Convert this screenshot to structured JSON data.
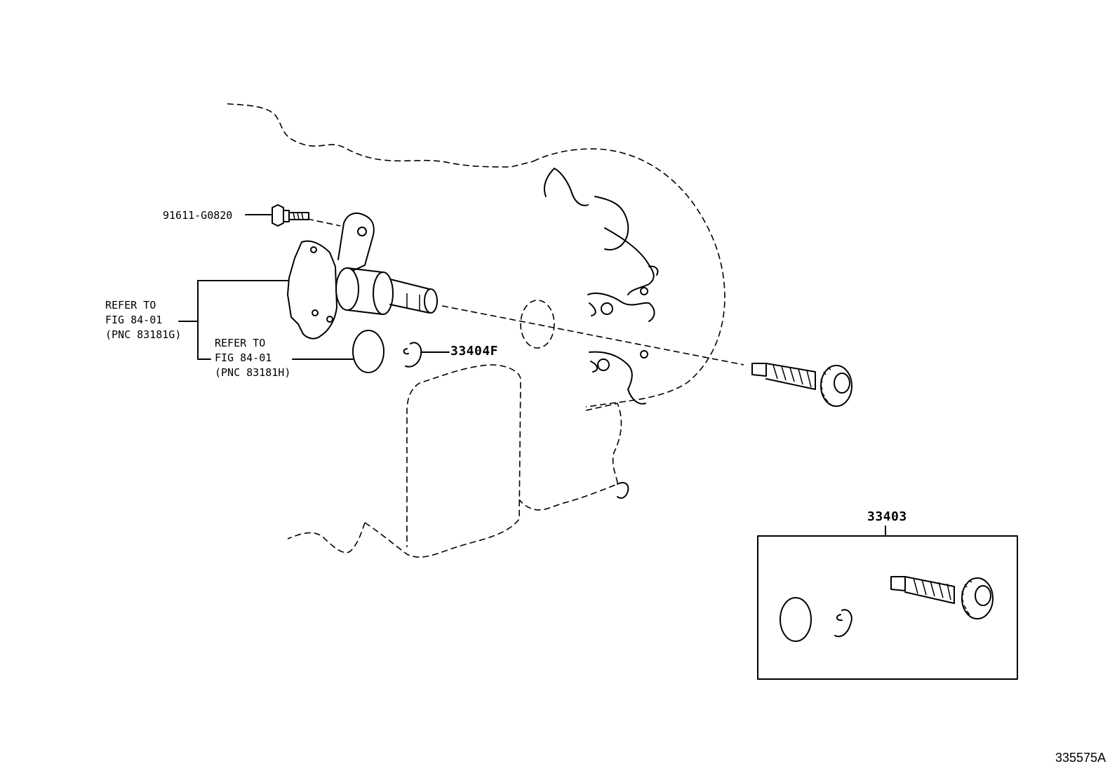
{
  "parts": {
    "bolt": "91611-G0820",
    "snap_ring": "33404F",
    "kit": "33403"
  },
  "references": {
    "housing": [
      "REFER TO",
      "FIG 84-01",
      "(PNC 83181G)"
    ],
    "oring": [
      "REFER TO",
      "FIG 84-01",
      "(PNC 83181H)"
    ]
  },
  "illustration_id": "335575A"
}
